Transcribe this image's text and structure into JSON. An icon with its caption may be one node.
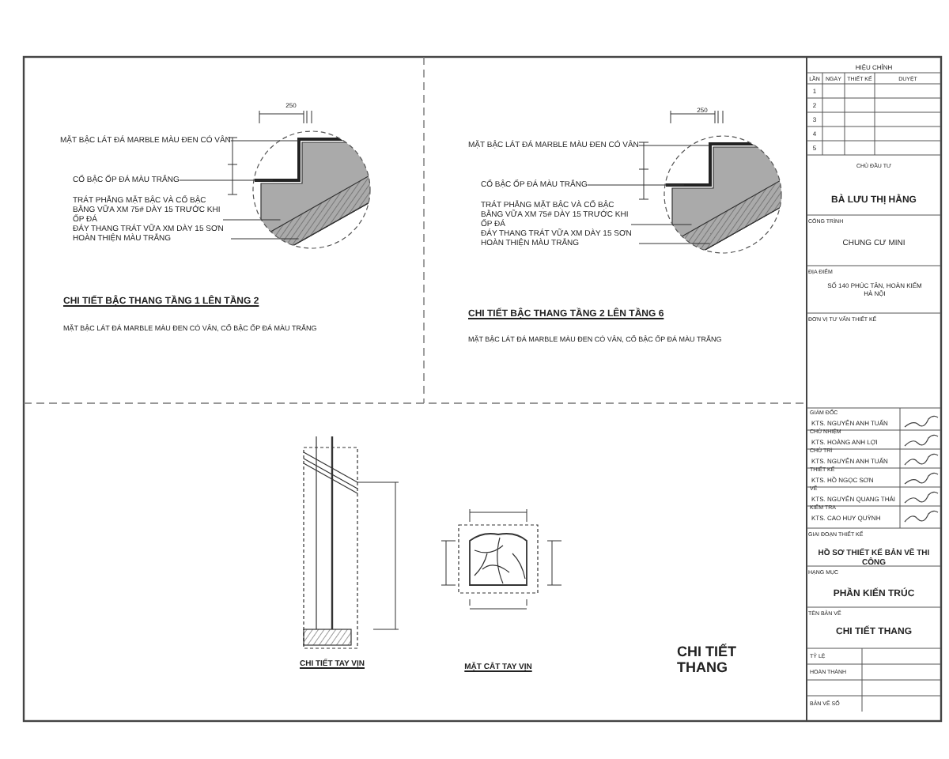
{
  "diagram": {
    "nodes": [
      {
        "text": [
          "MẶT BẬC LÁT ĐÁ MARBLE MÀU ĐEN CÓ VÂN"
        ]
      },
      {
        "text": [
          "CỔ BẬC ỐP ĐÁ MÀU TRẮNG"
        ]
      },
      {
        "text": [
          "TRÁT PHẲNG MẶT BẬC VÀ CỔ BẬC BẰNG VỮA XM 75# DÀY 15 TRƯỚC KHI ỐP ĐÁ"
        ]
      },
      {
        "text": [
          "ĐÁY THANG TRÁT VỮA XM DÀY 15 SƠN HOÀN THIỆN MÀU TRẮNG"
        ]
      },
      {
        "text": [
          "MẶT BẬC LÁT ĐÁ MARBLE MÀU ĐEN CÓ VÂN"
        ]
      },
      {
        "text": [
          "CỔ BẬC ỐP ĐÁ MÀU TRẮNG"
        ]
      },
      {
        "text": [
          "TRÁT PHẲNG MẶT BẬC VÀ CỔ BẬC BẰNG VỮA XM 75# DÀY 15 TRƯỚC KHI ỐP ĐÁ"
        ]
      },
      {
        "text": [
          "ĐÁY THANG TRÁT VỮA XM DÀY 15 SƠN HOÀN THIỆN MÀU TRẮNG"
        ]
      },
      {
        "text": [],
        "shape": "picture"
      },
      {
        "text": [],
        "shape": "picture"
      }
    ],
    "edges": [
      {
        "from": 0,
        "to": 8,
        "arrow": "none"
      },
      {
        "from": 1,
        "to": 8,
        "arrow": "none"
      },
      {
        "from": 2,
        "to": 8,
        "arrow": "none"
      },
      {
        "from": 3,
        "to": 8,
        "arrow": "none"
      },
      {
        "from": 4,
        "to": 9,
        "arrow": "none"
      },
      {
        "from": 5,
        "to": 9,
        "arrow": "none"
      },
      {
        "from": 6,
        "to": 9,
        "arrow": "none"
      },
      {
        "from": 7,
        "to": 9,
        "arrow": "none"
      }
    ],
    "labels": [
      "CHI TIẾT BẬC THANG TẦNG 1 LÊN TẦNG 2",
      "MẶT BẬC LÁT ĐÁ MARBLE MÀU ĐEN CÓ VÂN, CỔ BẬC ỐP ĐÁ MÀU TRẮNG",
      "CHI TIẾT BẬC THANG TẦNG 2 LÊN TẦNG 6",
      "MẶT BẬC LÁT ĐÁ MARBLE MÀU ĐEN CÓ VÂN, CỔ BẬC ỐP ĐÁ MÀU TRẮNG",
      "250",
      "250",
      "CHI TIẾT TAY VỊN",
      "MẶT CẮT TAY VỊN",
      "CHI TIẾT THANG",
      "HIỆU CHỈNH",
      "LẦN",
      "NGÀY",
      "THIẾT KẾ",
      "DUYỆT",
      "1",
      "2",
      "3",
      "4",
      "5",
      "CHỦ ĐẦU TƯ",
      "BÀ LƯU THỊ HẰNG",
      "CÔNG TRÌNH",
      "CHUNG CƯ MINI",
      "ĐỊA ĐIỂM",
      "SỐ 140 PHÚC TÂN, HOÀN KIẾM HÀ NỘI",
      "ĐƠN VỊ TƯ VẤN THIẾT KẾ",
      "GIÁM ĐỐC",
      "KTS. NGUYỄN ANH TUẤN",
      "CHỦ NHIỆM",
      "KTS. HOÀNG ANH LỢI",
      "CHỦ TRÌ",
      "KTS. NGUYỄN ANH TUẤN",
      "THIẾT KẾ",
      "KTS. HỒ NGỌC SƠN",
      "VẼ",
      "KTS. NGUYỄN QUANG THÁI",
      "KIỂM TRA",
      "KTS. CAO HUY QUỲNH",
      "GIAI ĐOẠN THIẾT KẾ",
      "HỒ SƠ THIẾT KẾ BẢN VẼ THI CÔNG",
      "HẠNG MỤC",
      "PHẦN KIẾN TRÚC",
      "TÊN BẢN VẼ",
      "CHI TIẾT THANG",
      "TỶ LỆ",
      "HOÀN THÀNH",
      "BẢN VẼ SỐ"
    ]
  }
}
